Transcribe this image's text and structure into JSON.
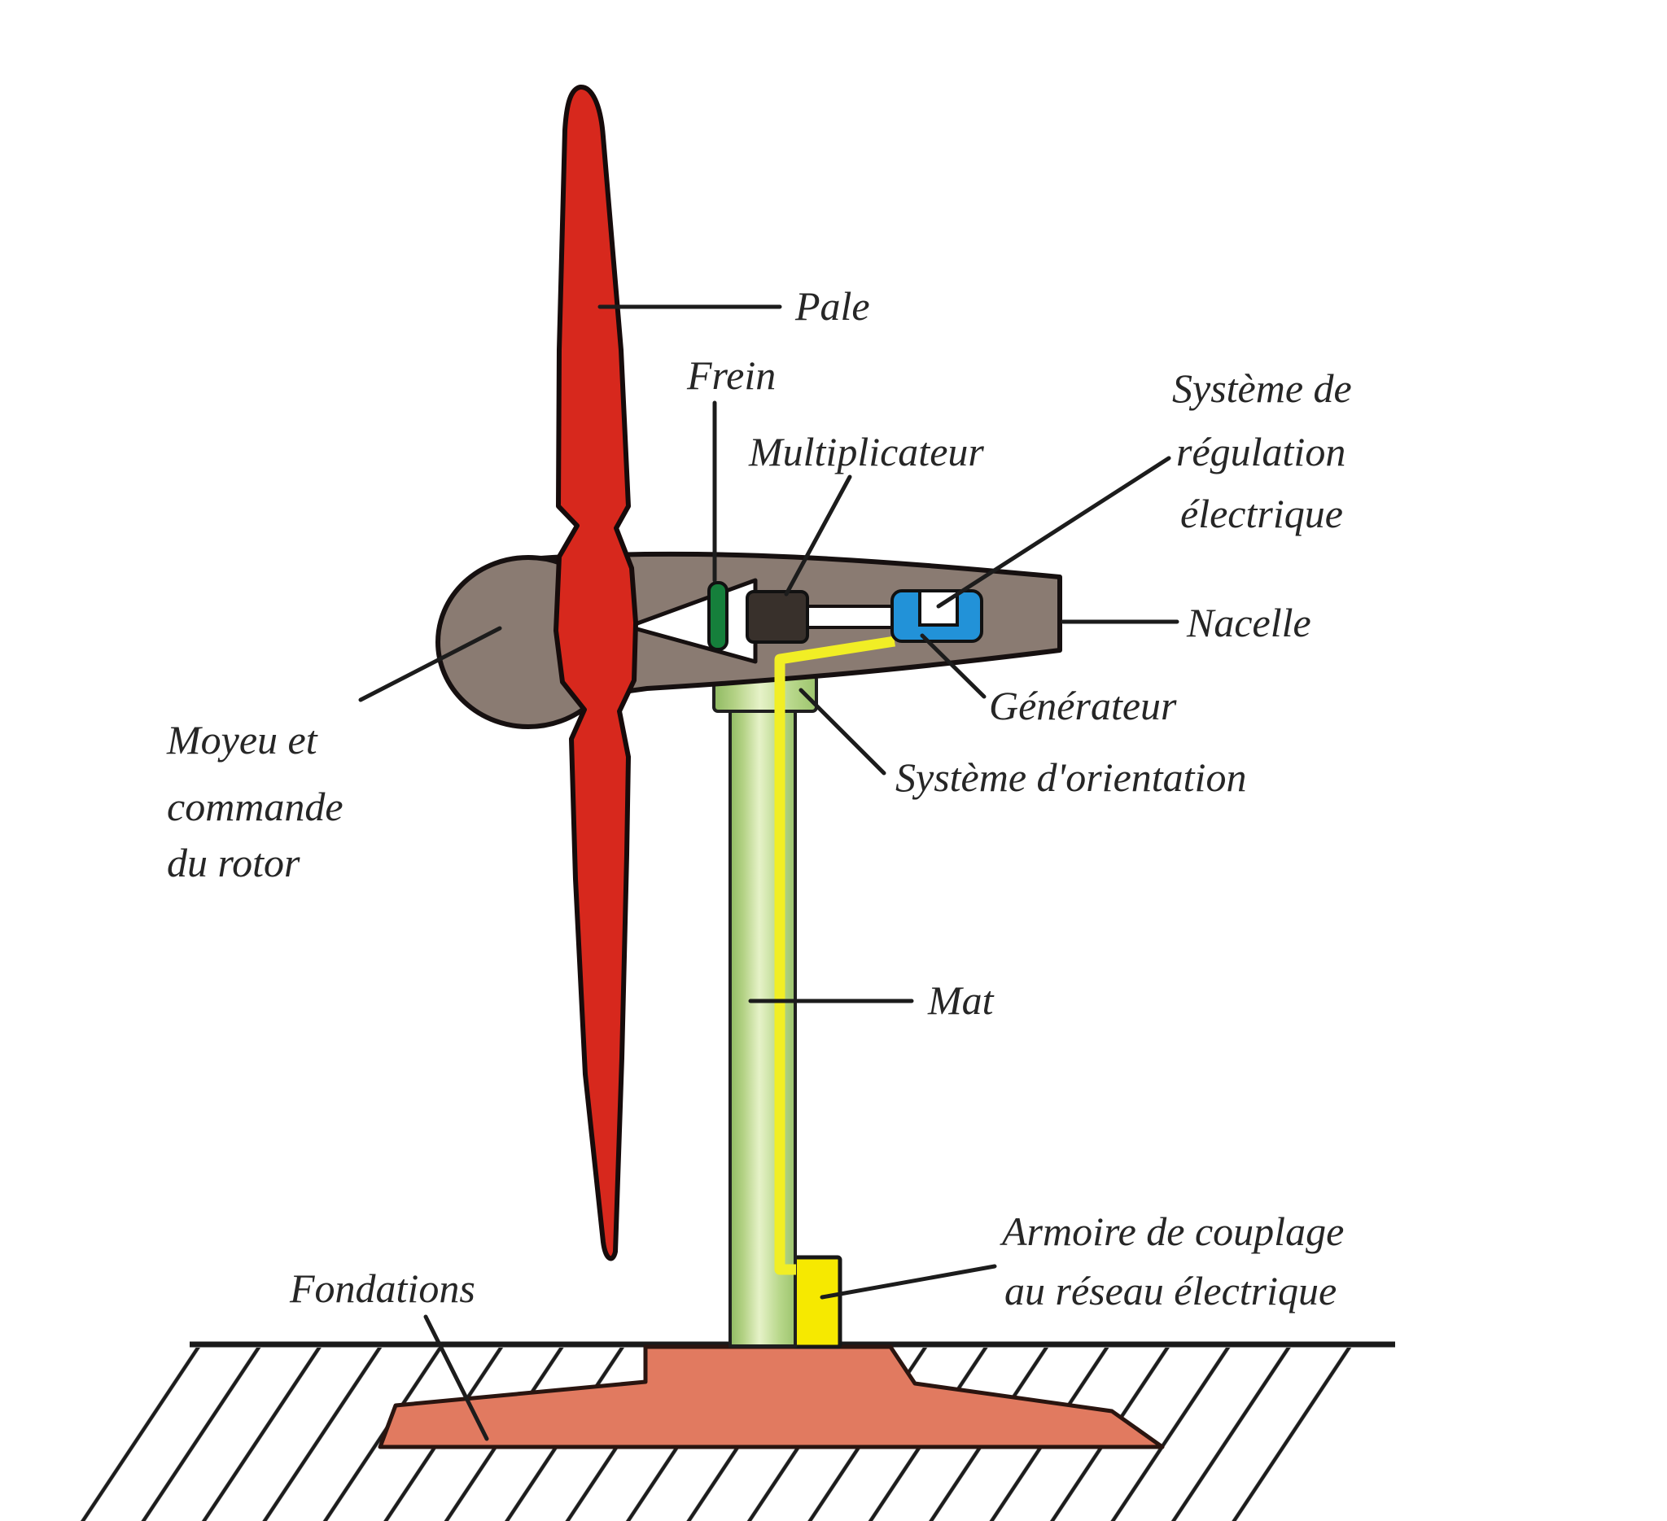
{
  "diagram": {
    "labels": {
      "pale": "Pale",
      "frein": "Frein",
      "multiplicateur": "Multiplicateur",
      "regulation": {
        "lines": [
          "Système de",
          "régulation",
          "électrique"
        ]
      },
      "nacelle": "Nacelle",
      "generateur": "Générateur",
      "orientation": "Système d'orientation",
      "moyeu": {
        "lines": [
          "Moyeu et",
          "commande",
          "du rotor"
        ]
      },
      "mat": "Mat",
      "armoire": {
        "lines": [
          "Armoire de couplage",
          "au réseau électrique"
        ]
      },
      "fondations": "Fondations"
    },
    "colors": {
      "blade": "#d7281d",
      "nacelle": "#8a7b72",
      "brake": "#157f3b",
      "gearbox": "#38302b",
      "shaft": "#ffffff",
      "generator": "#2292d8",
      "regulation_unit": "#ffffff",
      "mast_green": "#b9d88c",
      "cable": "#f1ee25",
      "cabinet": "#f6e900",
      "foundation": "#e17a60",
      "ink": "#1c1c1c"
    }
  }
}
